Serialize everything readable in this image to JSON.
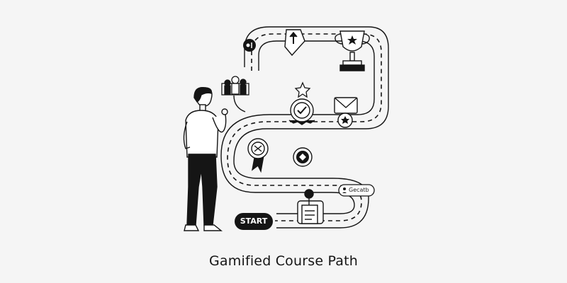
{
  "caption": "Gamified Course Path",
  "start_label": "START",
  "milestone_tag": "Gecatb",
  "icons": [
    "person-icon",
    "path-icon",
    "start-button-icon",
    "document-icon",
    "tag-icon",
    "badge-diamond-icon",
    "award-ribbon-icon",
    "checkmark-badge-icon",
    "star-icon",
    "shield-star-icon",
    "envelope-icon",
    "team-icon",
    "notification-icon",
    "arrow-up-icon",
    "trophy-icon"
  ],
  "colors": {
    "background": "#f5f5f5",
    "ink": "#151515",
    "fill": "#ffffff"
  }
}
